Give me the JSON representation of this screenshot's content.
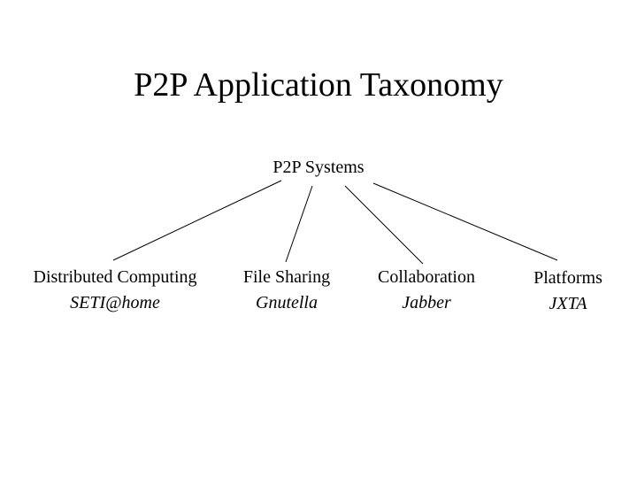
{
  "title": "P2P Application Taxonomy",
  "root": "P2P Systems",
  "categories": [
    {
      "name": "Distributed Computing",
      "example": "SETI@home"
    },
    {
      "name": "File Sharing",
      "example": "Gnutella"
    },
    {
      "name": "Collaboration",
      "example": "Jabber"
    },
    {
      "name": "Platforms",
      "example": "JXTA"
    }
  ]
}
